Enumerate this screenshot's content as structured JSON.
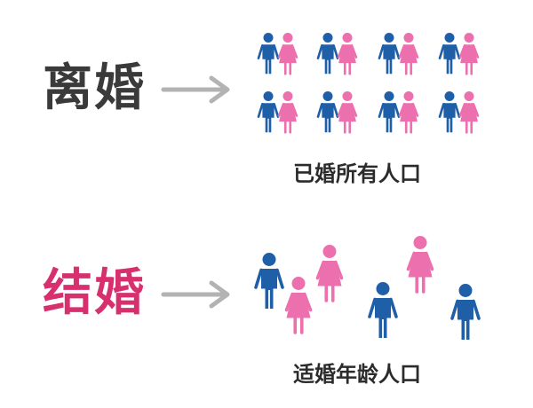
{
  "divorce": {
    "label": "离婚",
    "caption": "已婚所有人口"
  },
  "marriage": {
    "label": "结婚",
    "caption": "适婚年龄人口"
  },
  "colors": {
    "male": "#1f5fa8",
    "female": "#ec6fae",
    "divorce_label": "#3a3a3a",
    "marriage_label": "#d8306f",
    "arrow": "#b3b3b3"
  },
  "icons": [
    "male-person-icon",
    "female-person-icon",
    "arrow-right-icon"
  ]
}
